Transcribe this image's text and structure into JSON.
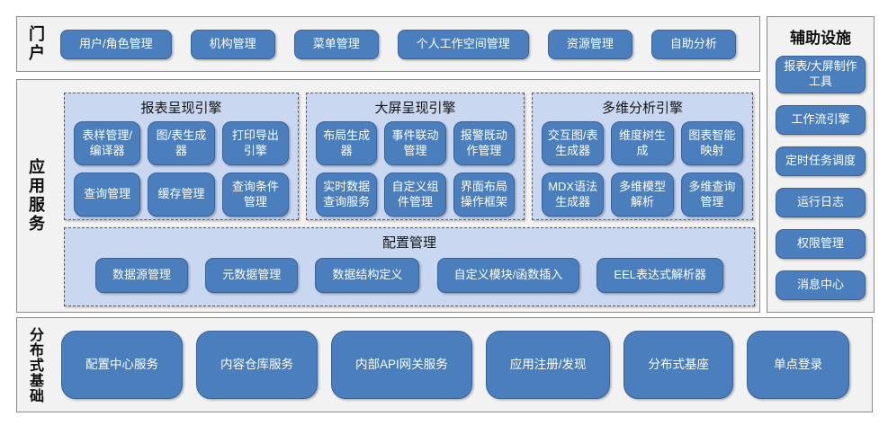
{
  "colors": {
    "accent_button": "#4a7ebc",
    "button_border": "#36629e",
    "group_fill": "#c9d7f0",
    "section_fill": "#f2f2f2",
    "section_border": "#8a8a8a",
    "button_text": "#ffffff"
  },
  "portal": {
    "label": "门户",
    "buttons": [
      "用户/角色管理",
      "机构管理",
      "菜单管理",
      "个人工作空间管理",
      "资源管理",
      "自助分析"
    ]
  },
  "app_services": {
    "label": "应用服务",
    "engines": [
      {
        "title": "报表呈现引擎",
        "buttons": [
          "表样管理/编译器",
          "图/表生成器",
          "打印导出引擎",
          "查询管理",
          "缓存管理",
          "查询条件管理"
        ]
      },
      {
        "title": "大屏呈现引擎",
        "buttons": [
          "布局生成器",
          "事件联动管理",
          "报警既动作管理",
          "实时数据查询服务",
          "自定义组件管理",
          "界面布局操作框架"
        ]
      },
      {
        "title": "多维分析引擎",
        "buttons": [
          "交互图/表生成器",
          "维度树生成",
          "图表智能映射",
          "MDX语法生成器",
          "多维模型解析",
          "多维查询管理"
        ]
      }
    ],
    "config": {
      "title": "配置管理",
      "buttons": [
        "数据源管理",
        "元数据管理",
        "数据结构定义",
        "自定义模块/函数插入",
        "EEL表达式解析器"
      ]
    }
  },
  "auxiliary": {
    "label": "辅助设施",
    "buttons": [
      "报表/大屏制作工具",
      "工作流引擎",
      "定时任务调度",
      "运行日志",
      "权限管理",
      "消息中心"
    ]
  },
  "distributed": {
    "label": "分布式基础",
    "buttons": [
      "配置中心服务",
      "内容仓库服务",
      "内部API网关服务",
      "应用注册/发现",
      "分布式基座",
      "单点登录"
    ]
  }
}
